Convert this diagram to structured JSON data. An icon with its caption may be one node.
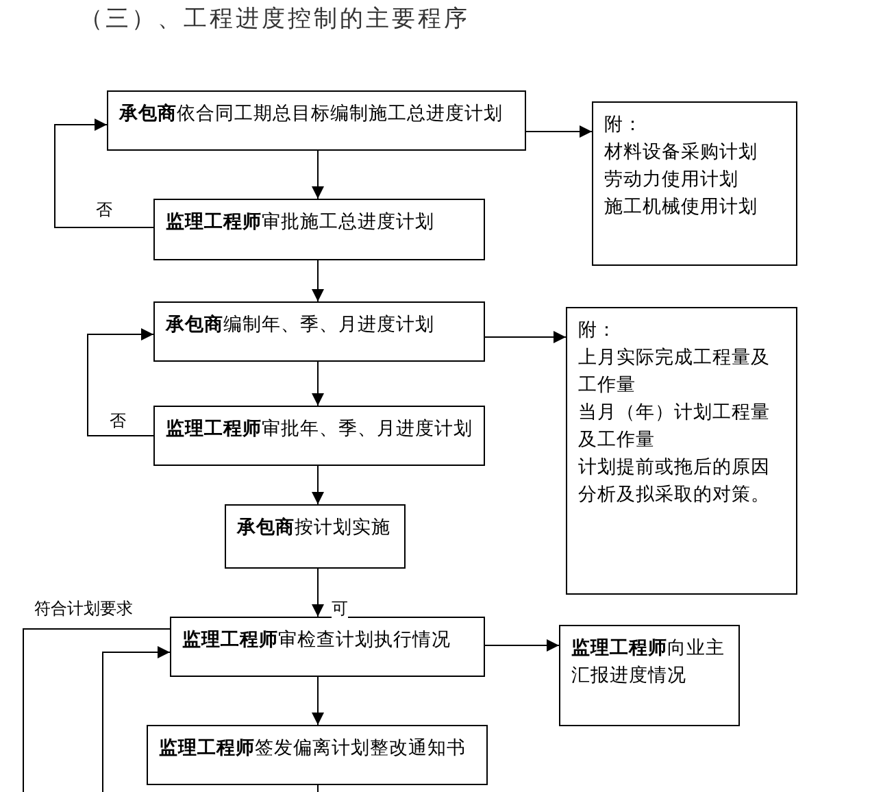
{
  "diagram": {
    "title": "（三）、工程进度控制的主要程序",
    "nodes": [
      {
        "text": [
          "**承包商**依合同工期总目标编制施工总进度计划"
        ]
      },
      {
        "text": [
          "**监理工程师**审批施工总进度计划"
        ]
      },
      {
        "text": [
          "附：",
          "材料设备采购计划",
          "劳动力使用计划",
          "施工机械使用计划"
        ]
      },
      {
        "text": [
          "**承包商**编制年、季、月进度计划"
        ]
      },
      {
        "text": [
          "**监理工程师**审批年、季、月进度计划"
        ]
      },
      {
        "text": [
          "附：",
          "上月实际完成工程量及工作量",
          "当月（年）计划工程量及工作量",
          "计划提前或拖后的原因分析及拟采取的对策。"
        ]
      },
      {
        "text": [
          "**承包商**按计划实施"
        ]
      },
      {
        "text": [
          "**监理工程师**审检查计划执行情况"
        ]
      },
      {
        "text": [
          "**监理工程师**向业主汇报进度情况"
        ]
      },
      {
        "text": [
          "**监理工程师**签发偏离计划整改通知书"
        ]
      }
    ],
    "edges": [
      {
        "from": 0,
        "to": 1,
        "arrow": "to"
      },
      {
        "from": 1,
        "to": 0,
        "arrow": "to",
        "label": "否"
      },
      {
        "from": 0,
        "to": 2,
        "arrow": "to"
      },
      {
        "from": 1,
        "to": 3,
        "arrow": "to"
      },
      {
        "from": 3,
        "to": 4,
        "arrow": "to"
      },
      {
        "from": 4,
        "to": 3,
        "arrow": "to",
        "label": "否"
      },
      {
        "from": 3,
        "to": 5,
        "arrow": "to"
      },
      {
        "from": 4,
        "to": 6,
        "arrow": "to"
      },
      {
        "from": 6,
        "to": 7,
        "arrow": "to",
        "label": "可"
      },
      {
        "from": 7,
        "to": 8,
        "arrow": "to"
      },
      {
        "from": 7,
        "to": 9,
        "arrow": "to"
      },
      {
        "from": 7,
        "to": null,
        "arrow": "none",
        "label": "符合计划要求"
      },
      {
        "from": null,
        "to": 7,
        "arrow": "to"
      },
      {
        "from": 9,
        "to": null,
        "arrow": "none"
      }
    ]
  }
}
